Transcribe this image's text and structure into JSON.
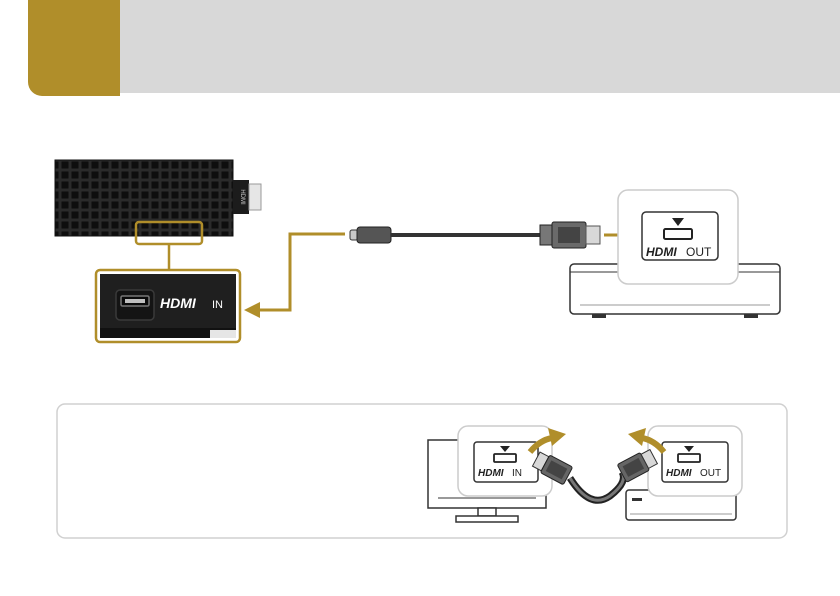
{
  "colors": {
    "accent": "#b08e2a",
    "header_gray": "#d8d8d8",
    "device_black": "#1c1c1c",
    "panel_border": "#cccccc"
  },
  "main_diagram": {
    "stick_port_label": {
      "logo": "HDMI",
      "suffix": "IN"
    },
    "source_port_label": {
      "logo": "HDMI",
      "suffix": "OUT"
    }
  },
  "tip_panel": {
    "tv_port_label": {
      "logo": "HDMI",
      "suffix": "IN"
    },
    "source_port_label": {
      "logo": "HDMI",
      "suffix": "OUT"
    }
  },
  "icons": [
    "hdmi-port-icon",
    "arrow-icon",
    "hdmi-cable-icon",
    "media-stick-icon",
    "set-top-box-icon",
    "tv-icon"
  ]
}
